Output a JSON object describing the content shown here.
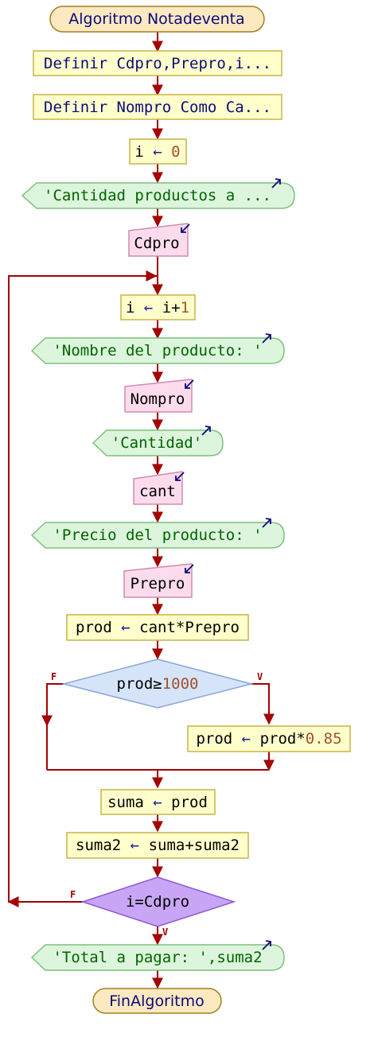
{
  "diagram": {
    "start": "Algoritmo Notadeventa",
    "end": "FinAlgoritmo",
    "def1": "Definir Cdpro,Prepro,i...",
    "def2": "Definir Nompro Como Ca...",
    "assign_i0": {
      "var": "i",
      "arrow": " ← ",
      "num": "0"
    },
    "out_cantidad_productos": "'Cantidad productos a ...",
    "in_cdpro": "Cdpro",
    "assign_inc": {
      "var": "i",
      "arrow": " ← ",
      "expr": "i+",
      "num": "1"
    },
    "out_nombre": "'Nombre del producto: '",
    "in_nompro": "Nompro",
    "out_cantidad": "'Cantidad'",
    "in_cant": "cant",
    "out_precio": "'Precio del producto: '",
    "in_prepro": "Prepro",
    "assign_prod": {
      "var": "prod",
      "arrow": " ← ",
      "expr": "cant*Prepro"
    },
    "decision1": {
      "expr": "prod≥",
      "num": "1000",
      "false_label": "F",
      "true_label": "V"
    },
    "assign_discount": {
      "var": "prod",
      "arrow": " ← ",
      "expr": "prod*",
      "num": "0.85"
    },
    "assign_suma": {
      "var": "suma",
      "arrow": " ← ",
      "expr": "prod"
    },
    "assign_suma2": {
      "var": "suma2",
      "arrow": " ← ",
      "expr": "suma+suma2"
    },
    "decision2": {
      "expr": "i=Cdpro",
      "false_label": "F",
      "true_label": "V"
    },
    "out_total": "'Total a pagar: ',suma2"
  },
  "colors": {
    "line": "#a40000",
    "text": "#000000",
    "number": "#a0522d",
    "string": "#006400",
    "arrow_glyph": "#1a1a8c",
    "terminal_fill": "#fde9c0",
    "process_fill": "#ffffcc",
    "io_out_fill": "#dcf5dc",
    "io_in_fill": "#fcdcec",
    "decision1_fill": "#d6e4fa",
    "decision2_fill": "#c9a6f5",
    "io_icon": "#0b0b7a"
  }
}
